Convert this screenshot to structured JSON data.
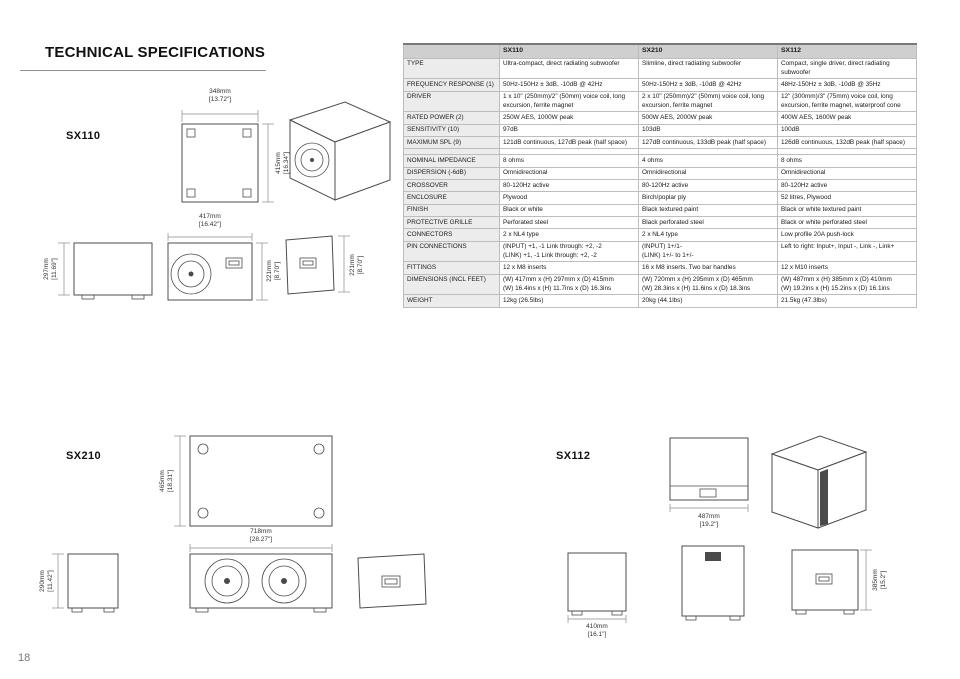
{
  "page": {
    "title": "TECHNICAL SPECIFICATIONS",
    "page_number": "18"
  },
  "table": {
    "columns": [
      "",
      "SX110",
      "SX210",
      "SX112"
    ],
    "rows": [
      {
        "label": "TYPE",
        "cells": [
          "Ultra-compact, direct radiating subwoofer",
          "Slimline, direct radiating subwoofer",
          "Compact, single driver, direct radiating subwoofer"
        ]
      },
      {
        "label": "FREQUENCY RESPONSE (1)",
        "cells": [
          "50Hz-150Hz ± 3dB, -10dB @ 42Hz",
          "50Hz-150Hz ± 3dB, -10dB @ 42Hz",
          "48Hz-150Hz ± 3dB, -10dB @ 35Hz"
        ]
      },
      {
        "label": "DRIVER",
        "cells": [
          "1 x 10\" (250mm)/2\" (50mm) voice coil, long excursion, ferrite magnet",
          "2 x 10\" (250mm)/2\" (50mm) voice coil, long excursion, ferrite magnet",
          "12\" (300mm)/3\" (75mm) voice coil, long excursion, ferrite magnet, waterproof cone"
        ]
      },
      {
        "label": "RATED POWER (2)",
        "cells": [
          "250W AES, 1000W peak",
          "500W AES, 2000W peak",
          "400W AES, 1600W peak"
        ]
      },
      {
        "label": "SENSITIVITY (10)",
        "cells": [
          "97dB",
          "103dB",
          "100dB"
        ]
      },
      {
        "label": "MAXIMUM SPL (9)",
        "cells": [
          "121dB continuous, 127dB peak (half space)",
          "127dB continuous, 133dB peak (half space)",
          "126dB continuous, 132dB peak (half space)"
        ]
      },
      {
        "label": "",
        "cells": [
          "",
          "",
          ""
        ]
      },
      {
        "label": "NOMINAL IMPEDANCE",
        "cells": [
          "8 ohms",
          "4 ohms",
          "8 ohms"
        ]
      },
      {
        "label": "DISPERSION (-6dB)",
        "cells": [
          "Omnidirectional",
          "Omnidirectional",
          "Omnidirectional"
        ]
      },
      {
        "label": "CROSSOVER",
        "cells": [
          "80-120Hz active",
          "80-120Hz active",
          "80-120Hz active"
        ]
      },
      {
        "label": "ENCLOSURE",
        "cells": [
          "Plywood",
          "Birch/poplar ply",
          "52 litres, Plywood"
        ]
      },
      {
        "label": "FINISH",
        "cells": [
          "Black or white",
          "Black textured paint",
          "Black or white textured paint"
        ]
      },
      {
        "label": "PROTECTIVE GRILLE",
        "cells": [
          "Perforated steel",
          "Black perforated steel",
          "Black or white perforated steel"
        ]
      },
      {
        "label": "CONNECTORS",
        "cells": [
          "2 x NL4 type",
          "2 x NL4 type",
          "Low profile 20A push-lock"
        ]
      },
      {
        "label": "PIN CONNECTIONS",
        "cells": [
          "(INPUT) +1, -1 Link through: +2, -2\n(LINK) +1, -1 Link through: +2, -2",
          "(INPUT) 1+/1-\n(LINK) 1+/- to 1+/-",
          "Left to right: Input+, Input -, Link -, Link+"
        ]
      },
      {
        "label": "FITTINGS",
        "cells": [
          "12 x M8 inserts",
          "16 x M8 inserts. Two bar handles",
          "12 x M10 inserts"
        ]
      },
      {
        "label": "DIMENSIONS (INCL FEET)",
        "cells": [
          "(W) 417mm x (H) 297mm x (D) 415mm\n(W) 16.4ins x (H) 11.7ins x (D) 16.3ins",
          "(W) 720mm x (H) 295mm x (D) 465mm\n(W) 28.3ins x (H) 11.6ins x (D) 18.3ins",
          "(W) 487mm x (H) 385mm x (D) 410mm\n(W) 19.2ins x (H) 15.2ins x (D) 16.1ins"
        ]
      },
      {
        "label": "WEIGHT",
        "cells": [
          "12kg (26.5lbs)",
          "20kg (44.1lbs)",
          "21.5kg (47.3lbs)"
        ]
      }
    ]
  },
  "drawings": {
    "sx110": {
      "label": "SX110",
      "dims": {
        "depth_top": "348mm\n[13.72\"]",
        "height_top": "415mm\n[16.34\"]",
        "width_front": "417mm\n[16.42\"]",
        "height_side": "297mm\n[11.69\"]",
        "height_front": "221mm\n[8.70\"]",
        "height_persp": "221mm\n[8.70\"]"
      }
    },
    "sx210": {
      "label": "SX210",
      "dims": {
        "depth_top": "465mm\n[18.31\"]",
        "width_front": "718mm\n[28.27\"]",
        "height_side": "290mm\n[11.42\"]"
      }
    },
    "sx112": {
      "label": "SX112",
      "dims": {
        "width_top": "487mm\n[19.2\"]",
        "width_front": "410mm\n[16.1\"]",
        "height_side": "385mm\n[15.2\"]"
      }
    }
  }
}
